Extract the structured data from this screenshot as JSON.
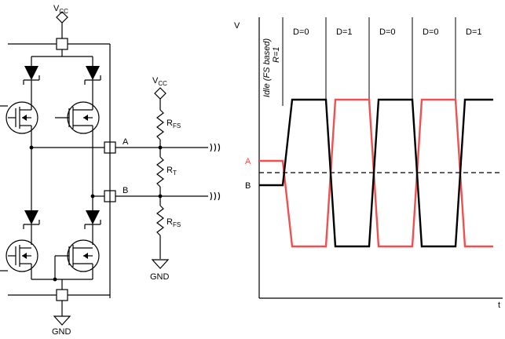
{
  "circuit": {
    "vcc_top": {
      "main": "V",
      "sub": "CC"
    },
    "vcc_bias": {
      "main": "V",
      "sub": "CC"
    },
    "gnd_bottom": "GND",
    "gnd_bias": "GND",
    "node_a": "A",
    "node_b": "B",
    "r_fs_top": {
      "main": "R",
      "sub": "FS"
    },
    "r_t": {
      "main": "R",
      "sub": "T"
    },
    "r_fs_bottom": {
      "main": "R",
      "sub": "FS"
    }
  },
  "chart_data": {
    "type": "line",
    "ylabel": "V",
    "xlabel": "t",
    "idle_label_line1": "Idle (FS based)",
    "idle_label_line2": "R=1",
    "bit_labels": [
      "D=0",
      "D=1",
      "D=0",
      "D=0",
      "D=1"
    ],
    "series": [
      {
        "name": "A",
        "color": "#f05050",
        "levels": [
          "mid-high",
          "low",
          "high",
          "low",
          "high",
          "low"
        ]
      },
      {
        "name": "B",
        "color": "#000000",
        "levels": [
          "mid-low",
          "high",
          "low",
          "high",
          "low",
          "high"
        ]
      }
    ],
    "threshold_line": "dashed"
  }
}
